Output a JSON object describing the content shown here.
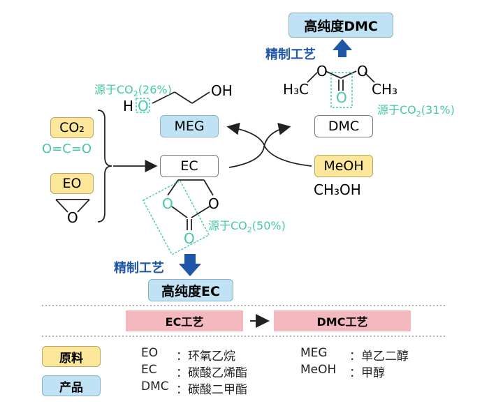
{
  "top_product": "高纯度DMC",
  "bottom_product": "高纯度EC",
  "refine_top": "精制工艺",
  "refine_bottom": "精制工艺",
  "src_meg": "源于CO",
  "src_meg_sub": "2",
  "src_meg_pct": "(26%)",
  "src_dmc": "源于CO",
  "src_dmc_sub": "2",
  "src_dmc_pct": "(31%)",
  "src_ec": "源于CO",
  "src_ec_sub": "2",
  "src_ec_pct": "(50%)",
  "meg_label": "MEG",
  "ec_label": "EC",
  "dmc_label": "DMC",
  "meoh_label": "MeOH",
  "ch3oh_formula": "CH₃OH",
  "co2_label": "CO₂",
  "oco_formula": "O=C=O",
  "eo_label": "EO",
  "meg_struct": {
    "h": "H",
    "o": "O",
    "oh": "OH"
  },
  "dmc_struct": {
    "h3c": "H₃C",
    "o1": "O",
    "o2": "O",
    "o3": "O",
    "ch3": "CH₃"
  },
  "ec_struct": {
    "o1": "O",
    "o2": "O",
    "o3": "O"
  },
  "eo_struct": {
    "o": "O"
  },
  "process_ec": "EC工艺",
  "process_dmc": "DMC工艺",
  "legend_raw": "原料",
  "legend_product": "产品",
  "abbr": [
    {
      "code": "EO",
      "name": "：环氧乙烷"
    },
    {
      "code": "EC",
      "name": "：碳酸乙烯酯"
    },
    {
      "code": "DMC",
      "name": "：碳酸二甲酯"
    },
    {
      "code": "MEG",
      "name": "：单乙二醇"
    },
    {
      "code": "MeOH",
      "name": "：甲醇"
    }
  ],
  "colors": {
    "raw": "#fde79a",
    "product": "#bfe3f4",
    "process": "#f4b9bf",
    "co2_text": "#44c9a8",
    "refine": "#1f56a8"
  }
}
